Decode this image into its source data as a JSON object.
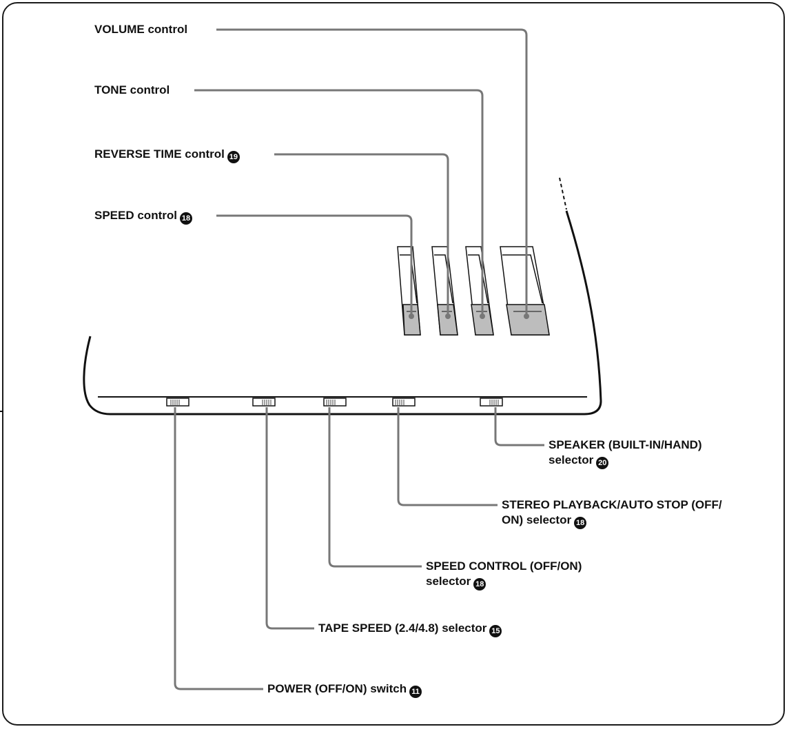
{
  "labels": {
    "volume": {
      "text": "VOLUME control",
      "num": ""
    },
    "tone": {
      "text": "TONE control",
      "num": ""
    },
    "reverse_time": {
      "text": "REVERSE TIME control",
      "num": "19"
    },
    "speed_control": {
      "text": "SPEED control",
      "num": "18"
    },
    "speaker": {
      "line1": "SPEAKER (BUILT-IN/HAND)",
      "line2": "selector",
      "num": "20"
    },
    "stereo": {
      "line1": "STEREO PLAYBACK/AUTO STOP (OFF/",
      "line2": "ON) selector",
      "num": "18"
    },
    "speed_sel": {
      "line1": "SPEED CONTROL (OFF/ON)",
      "line2": "selector",
      "num": "18"
    },
    "tape_speed": {
      "text": "TAPE SPEED (2.4/4.8) selector",
      "num": "15"
    },
    "power": {
      "text": "POWER (OFF/ON) switch",
      "num": "11"
    }
  },
  "colors": {
    "leader": "#777777",
    "outline": "#111111",
    "knob": "#bdbdbd"
  }
}
